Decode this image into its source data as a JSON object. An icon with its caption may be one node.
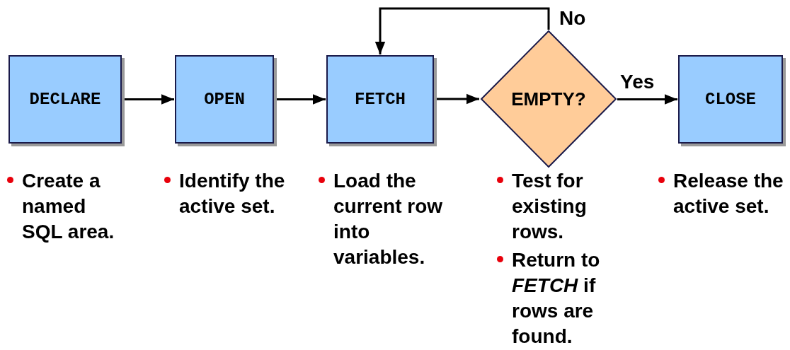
{
  "diagram": {
    "nodes": [
      {
        "text": [
          "DECLARE"
        ],
        "beside": [
          "Create a named SQL area."
        ]
      },
      {
        "text": [
          "OPEN"
        ],
        "beside": [
          "Identify the active set."
        ]
      },
      {
        "text": [
          "FETCH"
        ],
        "beside": [
          "Load the current row into variables."
        ]
      },
      {
        "text": [
          "EMPTY?"
        ],
        "beside": [
          "Test for existing rows.",
          "Return to *FETCH* if rows are found."
        ]
      },
      {
        "text": [
          "CLOSE"
        ],
        "beside": [
          "Release the active set."
        ]
      }
    ],
    "edges": [
      {
        "from": 0,
        "to": 1,
        "arrow": "to"
      },
      {
        "from": 1,
        "to": 2,
        "arrow": "to"
      },
      {
        "from": 2,
        "to": 3,
        "arrow": "to"
      },
      {
        "from": 3,
        "to": 4,
        "arrow": "to",
        "label": "Yes"
      },
      {
        "from": 3,
        "to": 2,
        "arrow": "to",
        "label": "No"
      }
    ]
  }
}
